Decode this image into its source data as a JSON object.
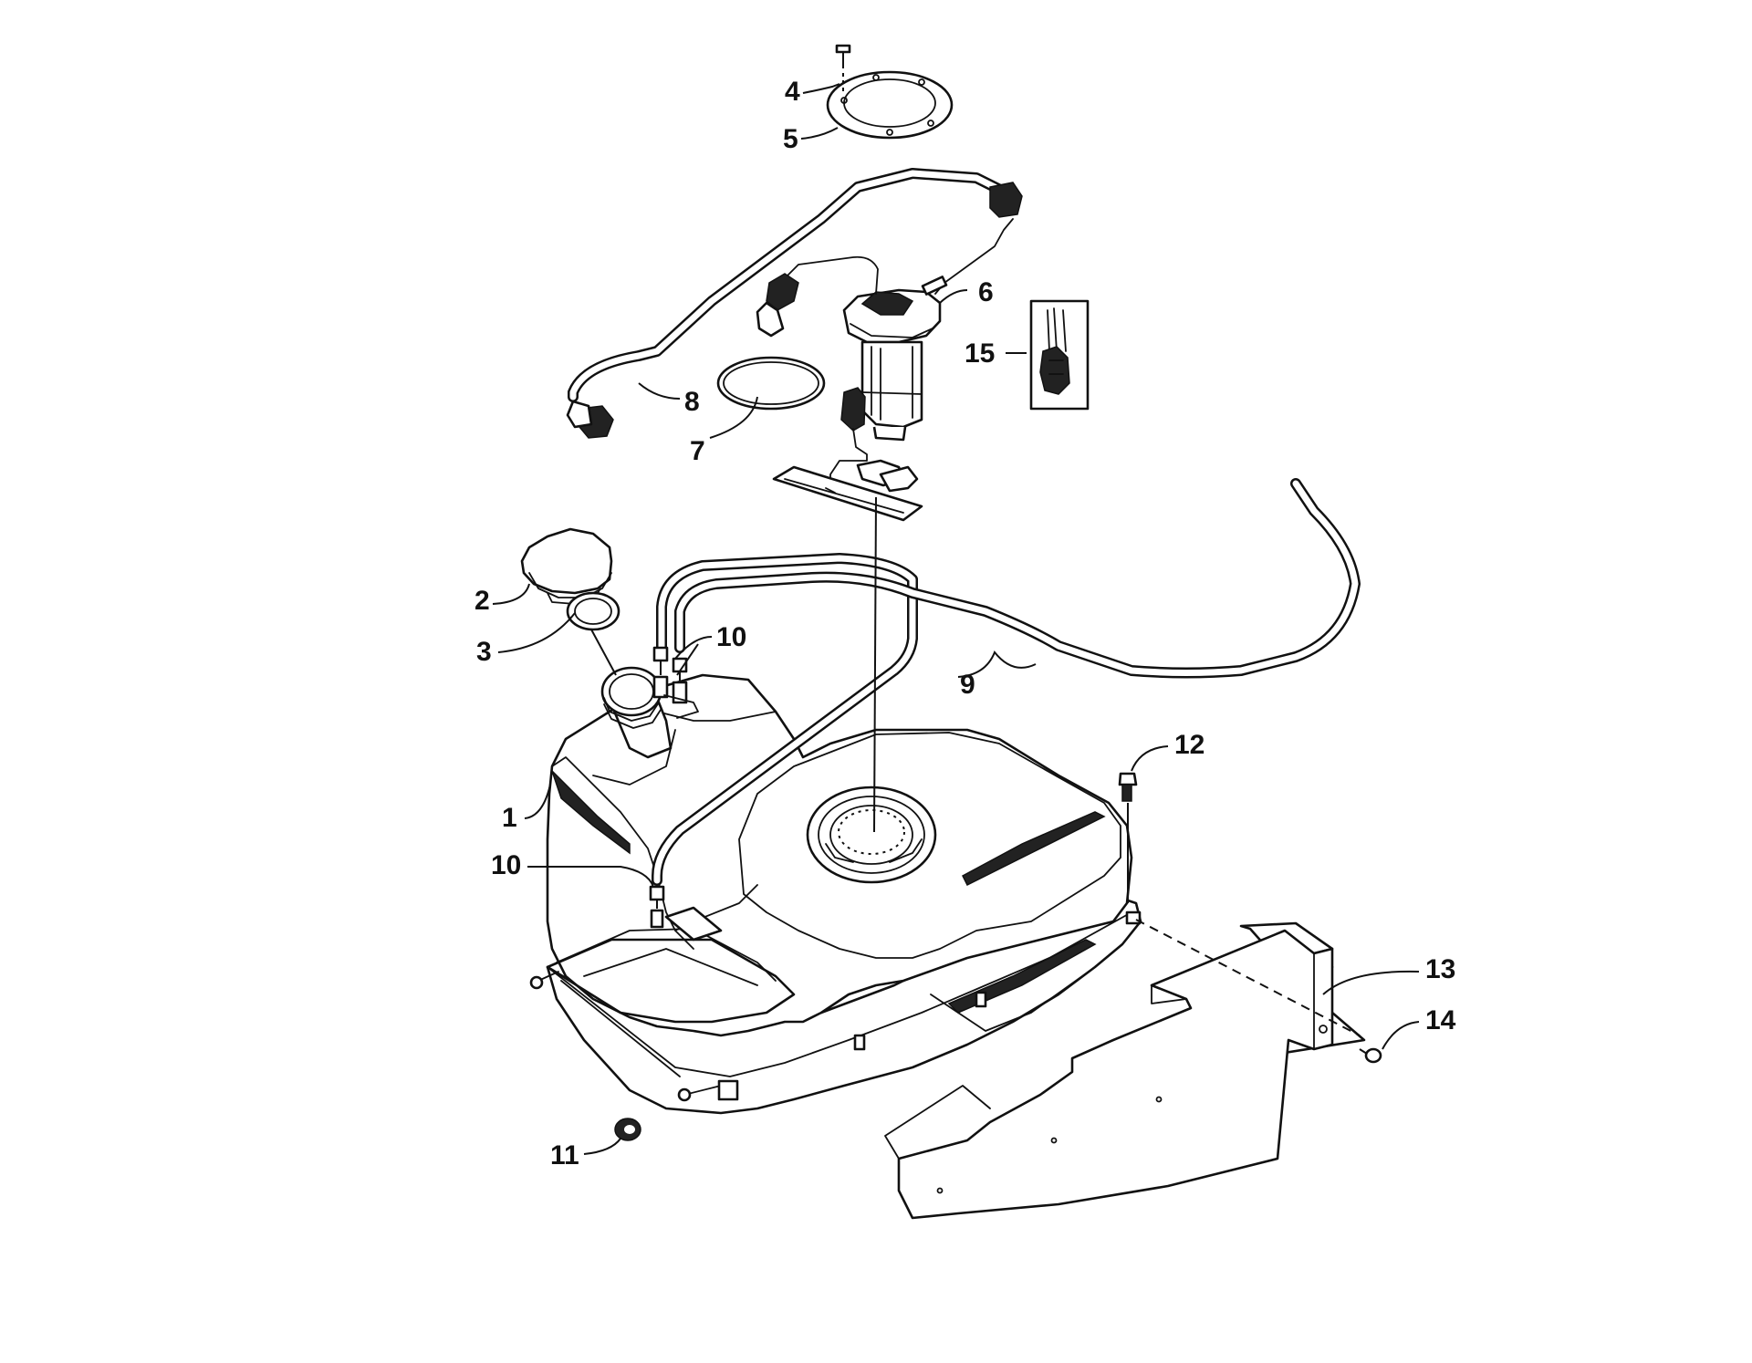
{
  "callouts": [
    {
      "id": "1",
      "label": "1"
    },
    {
      "id": "2",
      "label": "2"
    },
    {
      "id": "3",
      "label": "3"
    },
    {
      "id": "4",
      "label": "4"
    },
    {
      "id": "5",
      "label": "5"
    },
    {
      "id": "6",
      "label": "6"
    },
    {
      "id": "7",
      "label": "7"
    },
    {
      "id": "8",
      "label": "8"
    },
    {
      "id": "9",
      "label": "9"
    },
    {
      "id": "10a",
      "label": "10"
    },
    {
      "id": "10b",
      "label": "10"
    },
    {
      "id": "11",
      "label": "11"
    },
    {
      "id": "12",
      "label": "12"
    },
    {
      "id": "13",
      "label": "13"
    },
    {
      "id": "14",
      "label": "14"
    },
    {
      "id": "15",
      "label": "15"
    }
  ],
  "colors": {
    "line": "#111111",
    "background": "#ffffff"
  }
}
